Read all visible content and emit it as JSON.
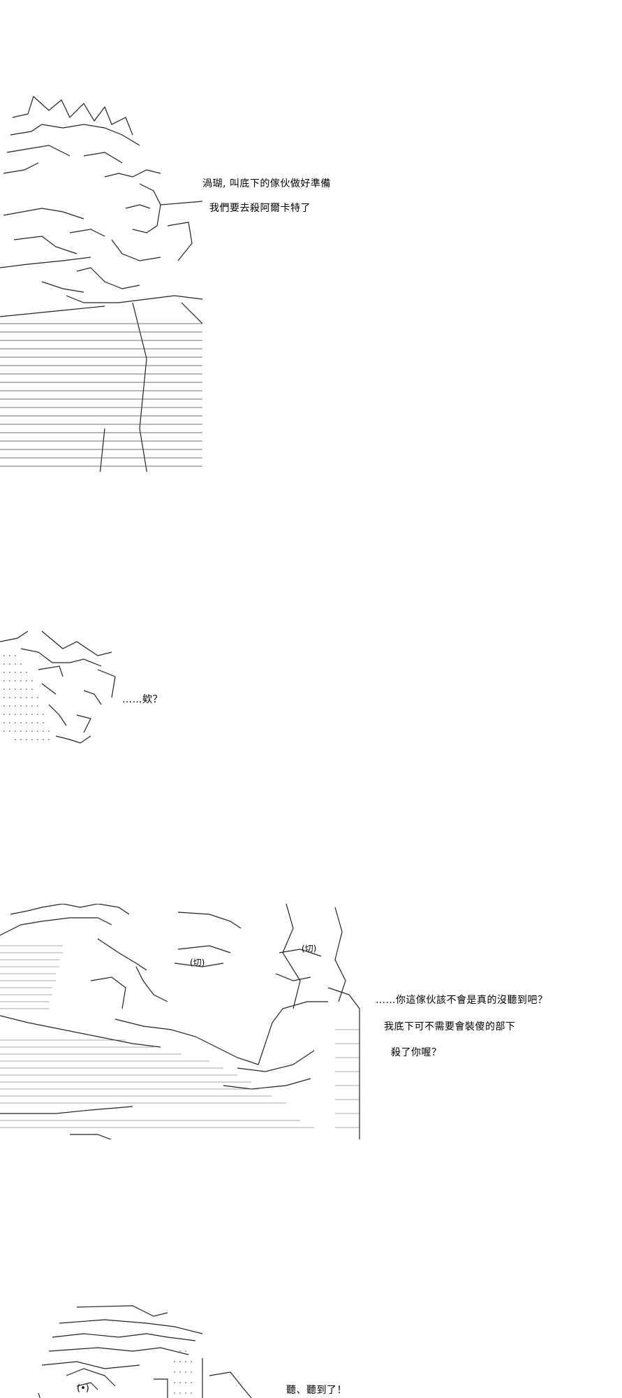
{
  "panels": [
    {
      "id": "panel-1",
      "dialogue": [
        "渦瑚, 叫底下的傢伙做好準備",
        "我們要去殺阿爾卡特了"
      ]
    },
    {
      "id": "panel-2",
      "dialogue": [
        "……欸？"
      ]
    },
    {
      "id": "panel-3",
      "dialogue": [
        "……你這傢伙該不會是真的沒聽到吧？",
        "我底下可不需要會裝傻的部下",
        "殺了你喔？"
      ]
    },
    {
      "id": "panel-4",
      "dialogue": [
        "聽、聽到了！"
      ]
    }
  ],
  "art_labels": {
    "cut_1": "(切)",
    "cut_2": "(切)",
    "face_mark": "(•)"
  }
}
